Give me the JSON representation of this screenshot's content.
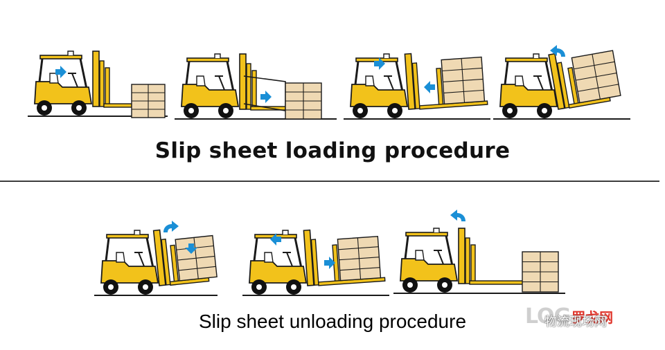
{
  "loading": {
    "title": "Slip sheet loading procedure",
    "steps": [
      {
        "arrows": [
          "right"
        ]
      },
      {
        "arrows": [
          "right"
        ]
      },
      {
        "arrows": [
          "right",
          "left"
        ]
      },
      {
        "arrows": [
          "back-tilt"
        ]
      }
    ]
  },
  "unloading": {
    "title": "Slip sheet unloading procedure",
    "steps": [
      {
        "arrows": [
          "forward-tilt",
          "down"
        ]
      },
      {
        "arrows": [
          "left",
          "right"
        ]
      },
      {
        "arrows": [
          "back-tilt"
        ]
      }
    ]
  },
  "watermark": {
    "latin": "LOG",
    "chinese_red": "罗戈网",
    "chinese_white": "物流现场网"
  },
  "colors": {
    "forklift_yellow": "#f2c21b",
    "outline": "#1a1a1a",
    "carton": "#efd9b3",
    "arrow_blue": "#1a8fd6",
    "watermark_red": "#e0352b"
  }
}
